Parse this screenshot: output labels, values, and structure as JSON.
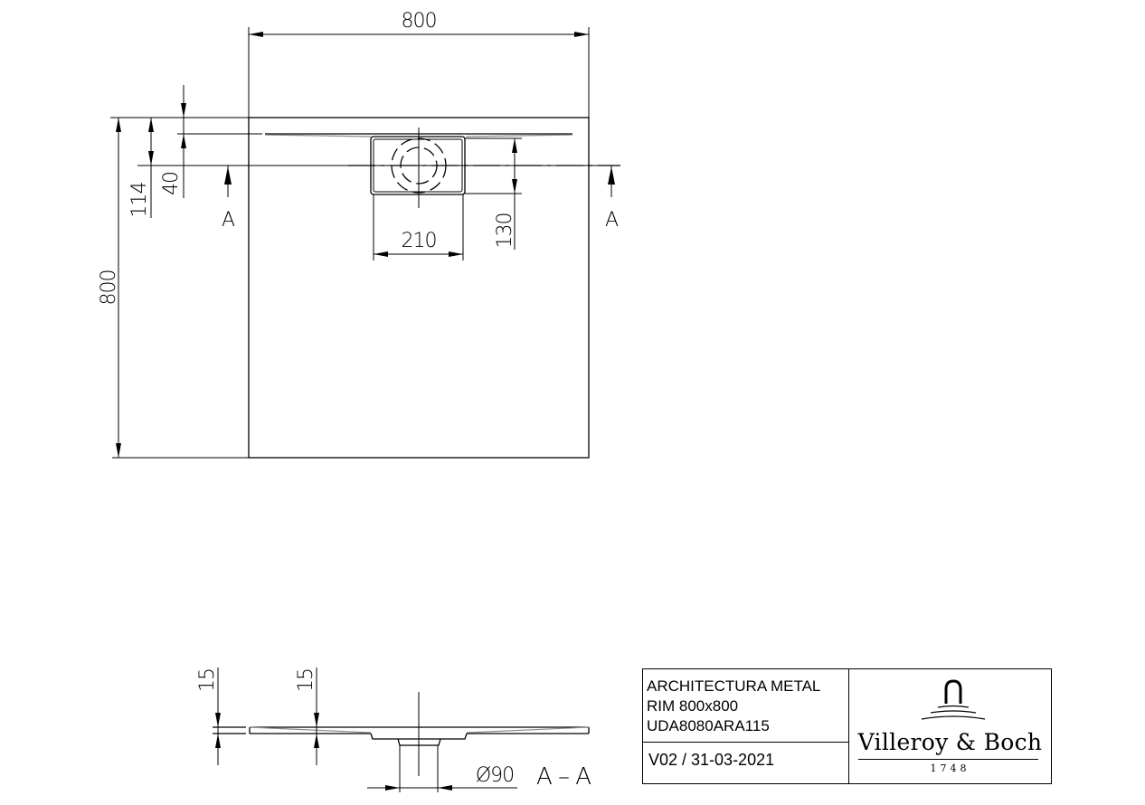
{
  "drawing": {
    "plan_view": {
      "overall_width_label": "800",
      "overall_depth_label": "800",
      "drain_offset_label": "114",
      "channel_offset_label": "40",
      "drain_box_width_label": "210",
      "drain_box_depth_label": "130",
      "section_marker_left": "A",
      "section_marker_right": "A"
    },
    "section_view": {
      "rim_height_left_label": "15",
      "rim_height_mid_label": "15",
      "outlet_diameter_label": "Ø90",
      "section_title": "A – A"
    }
  },
  "title_block": {
    "product_lines": [
      "ARCHITECTURA METAL",
      "RIM 800x800",
      "UDA8080ARA115"
    ],
    "version": "V02 / 31-03-2021",
    "brand": {
      "name": "Villeroy & Boch",
      "year": "1748",
      "logo_icon": "fountain-arch-icon"
    }
  }
}
